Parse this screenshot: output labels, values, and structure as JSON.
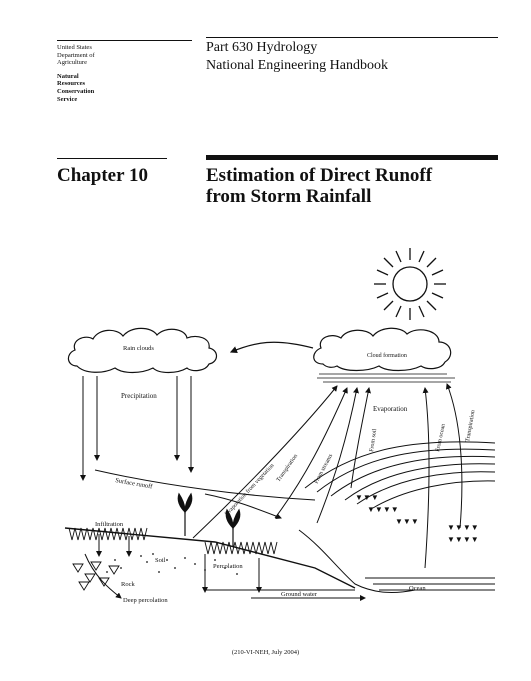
{
  "header": {
    "agency_lines": [
      "United States",
      "Department of",
      "Agriculture"
    ],
    "service_lines": [
      "Natural",
      "Resources",
      "Conservation",
      "Service"
    ],
    "part": "Part 630 Hydrology",
    "handbook": "National Engineering Handbook"
  },
  "chapter": {
    "label": "Chapter 10",
    "title_line1": "Estimation of Direct Runoff",
    "title_line2": "from Storm Rainfall"
  },
  "diagram": {
    "labels": {
      "rain_clouds": "Rain clouds",
      "cloud_formation": "Cloud formation",
      "precipitation": "Precipitation",
      "evaporation": "Evaporation",
      "evaporation_from_vegetation": "Evaporation from vegetation",
      "transpiration": "Transpiration",
      "from_streams": "From streams",
      "from_soil": "From soil",
      "from_ocean": "From ocean",
      "transpiration_right": "Transpiration",
      "surface_runoff": "Surface runoff",
      "infiltration": "Infiltration",
      "soil": "Soil",
      "rock": "Rock",
      "percolation": "Percolation",
      "deep_percolation": "Deep percolation",
      "ground_water": "Ground water",
      "ocean": "Ocean"
    }
  },
  "footer": {
    "text": "(210-VI-NEH, July 2004)"
  }
}
